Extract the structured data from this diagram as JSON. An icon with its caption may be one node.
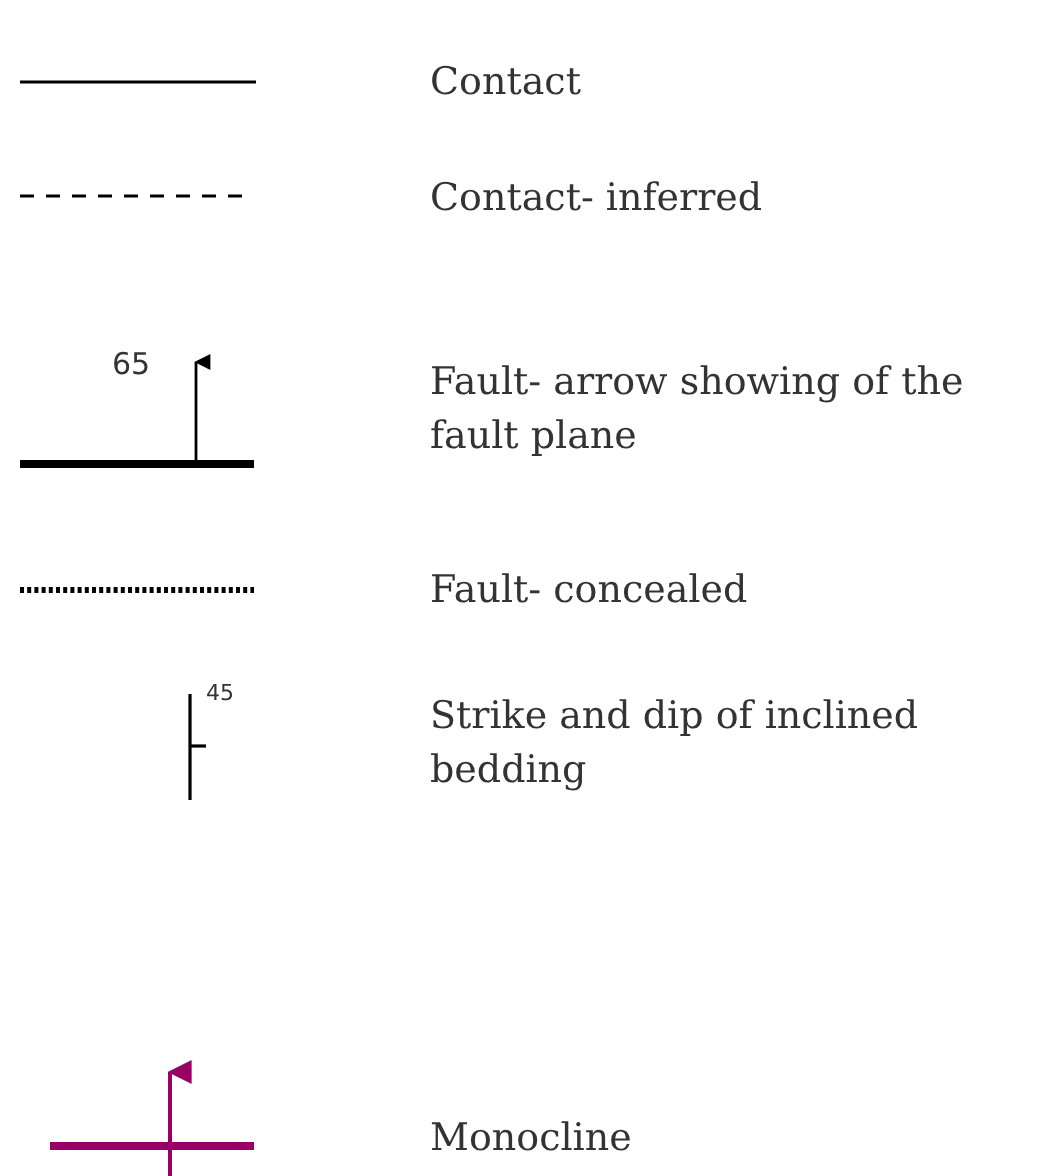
{
  "diagram": {
    "legend": [
      {
        "text": "Contact"
      },
      {
        "text": "Contact- inferred"
      },
      {
        "text": "Fault- arrow showing of the fault plane"
      },
      {
        "text": "Fault- concealed"
      },
      {
        "text": "Strike and dip of inclined bedding"
      },
      {
        "text": "Monocline"
      }
    ],
    "labels": [
      "65",
      "45"
    ]
  }
}
